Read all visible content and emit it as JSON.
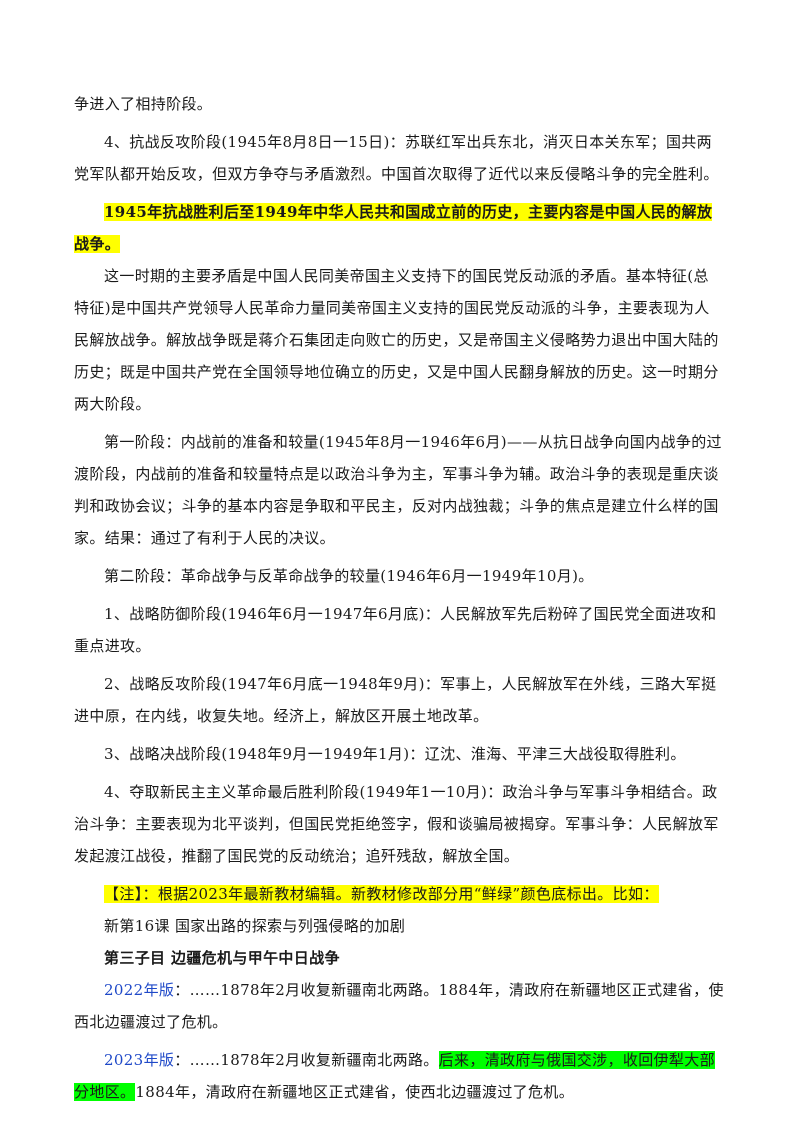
{
  "paragraphs": {
    "p1": "争进入了相持阶段。",
    "p2": "4、抗战反攻阶段(1945年8月8日一15日)：苏联红军出兵东北，消灭日本关东军；国共两党军队都开始反攻，但双方争夺与矛盾激烈。中国首次取得了近代以来反侵略斗争的完全胜利。",
    "p3": "1945年抗战胜利后至1949年中华人民共和国成立前的历史，主要内容是中国人民的解放战争。",
    "p4": "这一时期的主要矛盾是中国人民同美帝国主义支持下的国民党反动派的矛盾。基本特征(总特征)是中国共产党领导人民革命力量同美帝国主义支持的国民党反动派的斗争，主要表现为人民解放战争。解放战争既是蒋介石集团走向败亡的历史，又是帝国主义侵略势力退出中国大陆的历史；既是中国共产党在全国领导地位确立的历史，又是中国人民翻身解放的历史。这一时期分两大阶段。",
    "p5": "第一阶段：内战前的准备和较量(1945年8月一1946年6月)——从抗日战争向国内战争的过渡阶段，内战前的准备和较量特点是以政治斗争为主，军事斗争为辅。政治斗争的表现是重庆谈判和政协会议；斗争的基本内容是争取和平民主，反对内战独裁；斗争的焦点是建立什么样的国家。结果：通过了有利于人民的决议。",
    "p6": "第二阶段：革命战争与反革命战争的较量(1946年6月一1949年10月)。",
    "p7": "1、战略防御阶段(1946年6月一1947年6月底)：人民解放军先后粉碎了国民党全面进攻和重点进攻。",
    "p8": "2、战略反攻阶段(1947年6月底一1948年9月)：军事上，人民解放军在外线，三路大军挺进中原，在内线，收复失地。经济上，解放区开展土地改革。",
    "p9": "3、战略决战阶段(1948年9月一1949年1月)：辽沈、淮海、平津三大战役取得胜利。",
    "p10": "4、夺取新民主主义革命最后胜利阶段(1949年1一10月)：政治斗争与军事斗争相结合。政治斗争：主要表现为北平谈判，但国民党拒绝签字，假和谈骗局被揭穿。军事斗争：人民解放军发起渡江战役，推翻了国民党的反动统治；追歼残敌，解放全国。",
    "note": "【注】：根据2023年最新教材编辑。新教材修改部分用“鲜绿”颜色底标出。比如：",
    "lesson": "新第16课 国家出路的探索与列强侵略的加剧",
    "subheading": "第三子目 边疆危机与甲午中日战争",
    "v2022_label": "2022年版",
    "v2022_text": "：……1878年2月收复新疆南北两路。1884年，清政府在新疆地区正式建省，使西北边疆渡过了危机。",
    "v2023_label": "2023年版",
    "v2023_text1": "：……1878年2月收复新疆南北两路。",
    "v2023_highlight": "后来，清政府与俄国交涉，收回伊犁大部分地区。",
    "v2023_text2": "1884年，清政府在新疆地区正式建省，使西北边疆渡过了危机。"
  },
  "colors": {
    "highlight_yellow": "#ffff00",
    "highlight_green": "#00ff00",
    "version_blue": "#1f49c8"
  }
}
